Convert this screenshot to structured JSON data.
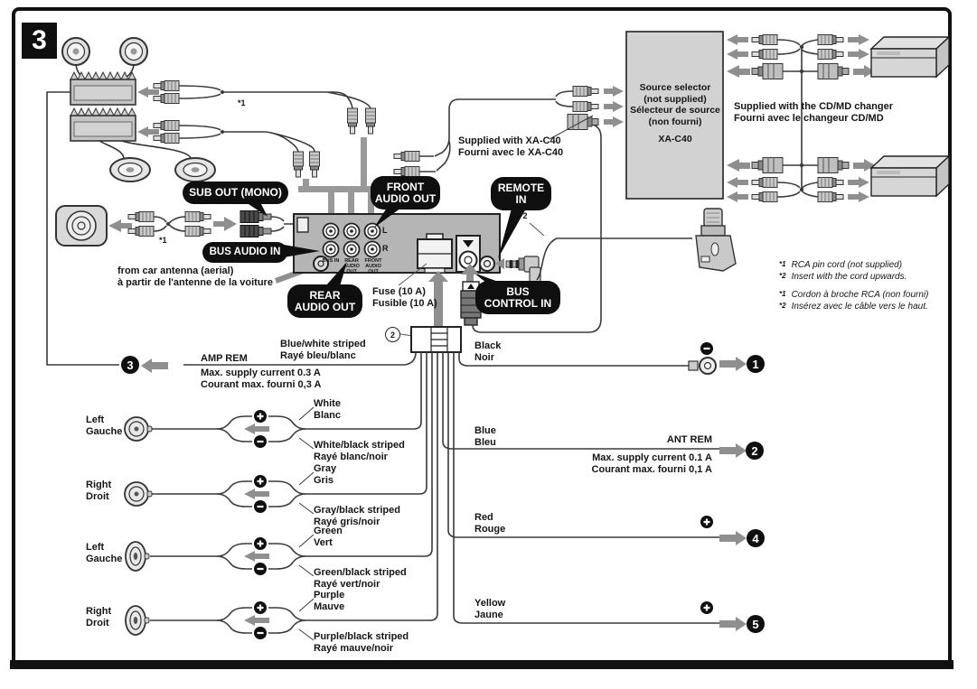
{
  "step_badge": "3",
  "callouts": {
    "sub_out": "SUB OUT (MONO)",
    "front_audio_out": "FRONT AUDIO OUT",
    "remote_in": "REMOTE IN",
    "bus_audio_in": "BUS AUDIO IN",
    "rear_audio_out": "REAR AUDIO OUT",
    "bus_control_in": "BUS CONTROL IN"
  },
  "head_unit": {
    "channel_left": "L",
    "channel_right": "R",
    "jack_labels": [
      "BUS IN",
      "REAR AUDIO OUT",
      "FRONT AUDIO OUT"
    ],
    "fuse_en": "Fuse (10 A)",
    "fuse_fr": "Fusible (10 A)"
  },
  "source_selector": {
    "line1": "Source selector",
    "line2": "(not supplied)",
    "line3": "Sélecteur de source",
    "line4": "(non fourni)",
    "model": "XA-C40"
  },
  "notes": {
    "xa_c40_en": "Supplied with XA-C40",
    "xa_c40_fr": "Fourni avec le XA-C40",
    "changer_en": "Supplied with the CD/MD changer",
    "changer_fr": "Fourni avec le changeur CD/MD",
    "antenna_en": "from car antenna (aerial)",
    "antenna_fr": "à partir de l'antenne de la voiture"
  },
  "footnotes": {
    "ref1": "*1",
    "ref2": "*2",
    "en1": "RCA pin cord (not supplied)",
    "en2": "Insert with the cord upwards.",
    "fr1": "Cordon à broche RCA (non fourni)",
    "fr2": "Insérez avec le câble vers le haut."
  },
  "markers": {
    "m1": "*1",
    "m2": "*2",
    "connector": "2"
  },
  "amp_rem": {
    "label": "AMP REM",
    "wire_en": "Blue/white striped",
    "wire_fr": "Rayé bleu/blanc",
    "max_en": "Max. supply current 0.3 A",
    "max_fr": "Courant max. fourni 0,3 A",
    "target": "3"
  },
  "power_wires": {
    "black": {
      "en": "Black",
      "fr": "Noir",
      "target": "1"
    },
    "blue": {
      "en": "Blue",
      "fr": "Bleu",
      "label": "ANT REM",
      "max_en": "Max. supply current 0.1 A",
      "max_fr": "Courant max. fourni 0,1 A",
      "target": "2"
    },
    "red": {
      "en": "Red",
      "fr": "Rouge",
      "target": "4"
    },
    "yellow": {
      "en": "Yellow",
      "fr": "Jaune",
      "target": "5"
    }
  },
  "speaker_rows": [
    {
      "pos_en": "Left",
      "pos_fr": "Gauche",
      "plus_en": "White",
      "plus_fr": "Blanc",
      "minus_en": "White/black striped",
      "minus_fr": "Rayé blanc/noir"
    },
    {
      "pos_en": "Right",
      "pos_fr": "Droit",
      "plus_en": "Gray",
      "plus_fr": "Gris",
      "minus_en": "Gray/black striped",
      "minus_fr": "Rayé gris/noir"
    },
    {
      "pos_en": "Left",
      "pos_fr": "Gauche",
      "plus_en": "Green",
      "plus_fr": "Vert",
      "minus_en": "Green/black striped",
      "minus_fr": "Rayé vert/noir"
    },
    {
      "pos_en": "Right",
      "pos_fr": "Droit",
      "plus_en": "Purple",
      "plus_fr": "Mauve",
      "minus_en": "Purple/black striped",
      "minus_fr": "Rayé mauve/noir"
    }
  ],
  "colors": {
    "callout_bg": "#0f0f0f",
    "panel_gray": "#b5b5b5",
    "box_gray": "#d2d2d2",
    "arrow_gray": "#8f8f8f",
    "wire": "#3a3a3a"
  }
}
